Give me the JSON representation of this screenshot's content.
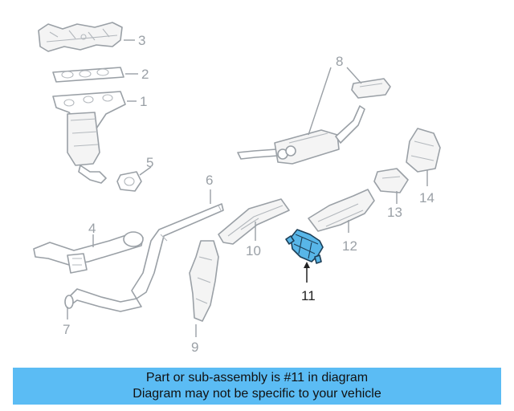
{
  "diagram": {
    "callouts": {
      "c1": "1",
      "c2": "2",
      "c3": "3",
      "c4": "4",
      "c5": "5",
      "c6": "6",
      "c7": "7",
      "c8": "8",
      "c9": "9",
      "c10": "10",
      "c11": "11",
      "c12": "12",
      "c13": "13",
      "c14": "14"
    },
    "highlighted_part": "11",
    "colors": {
      "highlight_fill": "#58b6e8",
      "line_art": "#9aa0a6",
      "banner_background": "#5bbcf4"
    }
  },
  "banner": {
    "line1": "Part or sub-assembly is #11 in diagram",
    "line2": "Diagram may not be specific to your vehicle"
  }
}
